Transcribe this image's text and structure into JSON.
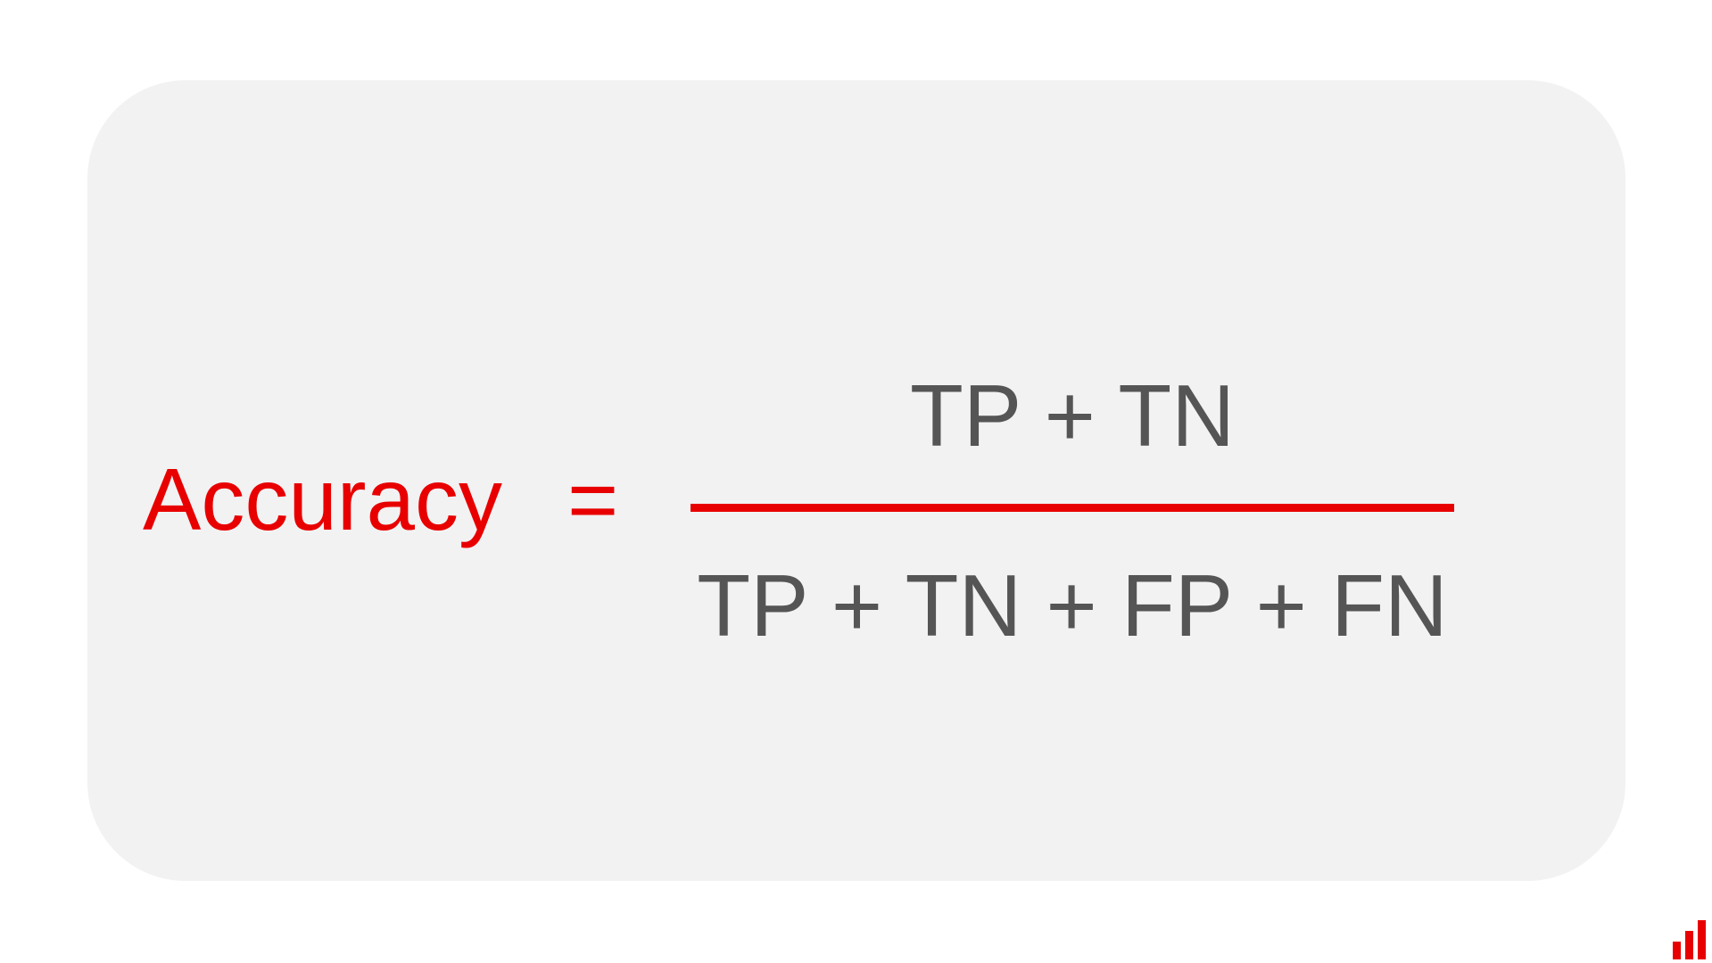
{
  "formula": {
    "lhs": "Accuracy",
    "operator": "=",
    "numerator": "TP + TN",
    "denominator": "TP + TN + FP + FN"
  },
  "colors": {
    "accent": "#e80000",
    "text": "#555555",
    "card_background": "#f2f2f2",
    "background": "#ffffff"
  },
  "icons": {
    "corner_logo": "bar-chart-icon"
  }
}
